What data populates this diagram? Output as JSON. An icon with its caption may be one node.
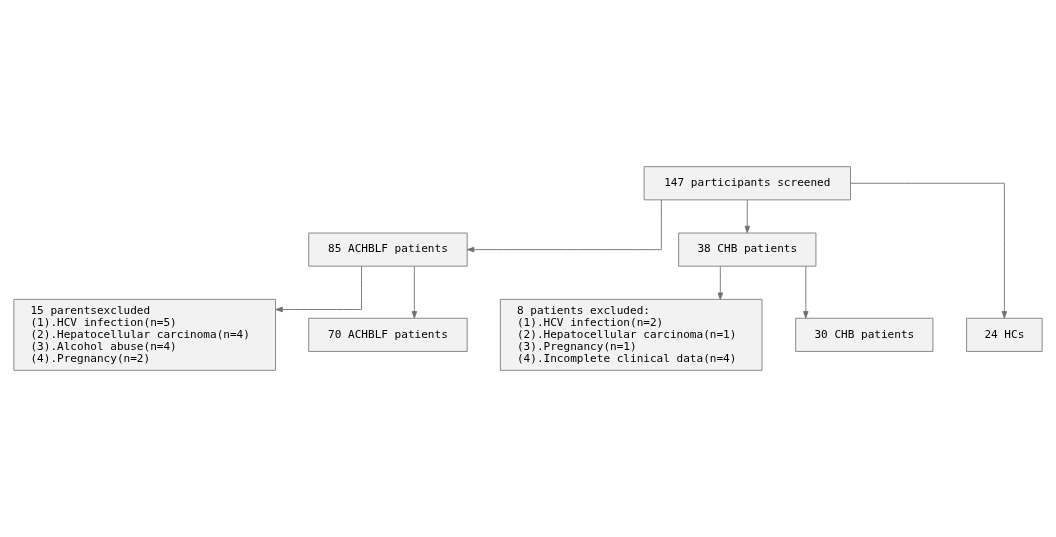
{
  "diagram": {
    "nodes": [
      {
        "text": [
          "147 participants screened"
        ]
      },
      {
        "text": [
          "85 ACHBLF patients"
        ]
      },
      {
        "text": [
          "38 CHB patients"
        ]
      },
      {
        "text": [
          "15 parentsexcluded",
          "(1).HCV infection(n=5)",
          "(2).Hepatocellular carcinoma(n=4)",
          "(3).Alcohol abuse(n=4)",
          "(4).Pregnancy(n=2)"
        ]
      },
      {
        "text": [
          "8 patients excluded:",
          "(1).HCV infection(n=2)",
          "(2).Hepatocellular carcinoma(n=1)",
          "(3).Pregnancy(n=1)",
          "(4).Incomplete clinical data(n=4)"
        ]
      },
      {
        "text": [
          "70 ACHBLF patients"
        ]
      },
      {
        "text": [
          "24 HCs"
        ]
      },
      {
        "text": [
          "30 CHB patients"
        ]
      }
    ],
    "edges": [
      {
        "from": 0,
        "to": 1,
        "arrow": "to"
      },
      {
        "from": 0,
        "to": 2,
        "arrow": "to"
      },
      {
        "from": 0,
        "to": 6,
        "arrow": "to"
      },
      {
        "from": 1,
        "to": 3,
        "arrow": "to"
      },
      {
        "from": 1,
        "to": 5,
        "arrow": "to"
      },
      {
        "from": 2,
        "to": 4,
        "arrow": "to"
      },
      {
        "from": 2,
        "to": 7,
        "arrow": "to"
      }
    ]
  }
}
